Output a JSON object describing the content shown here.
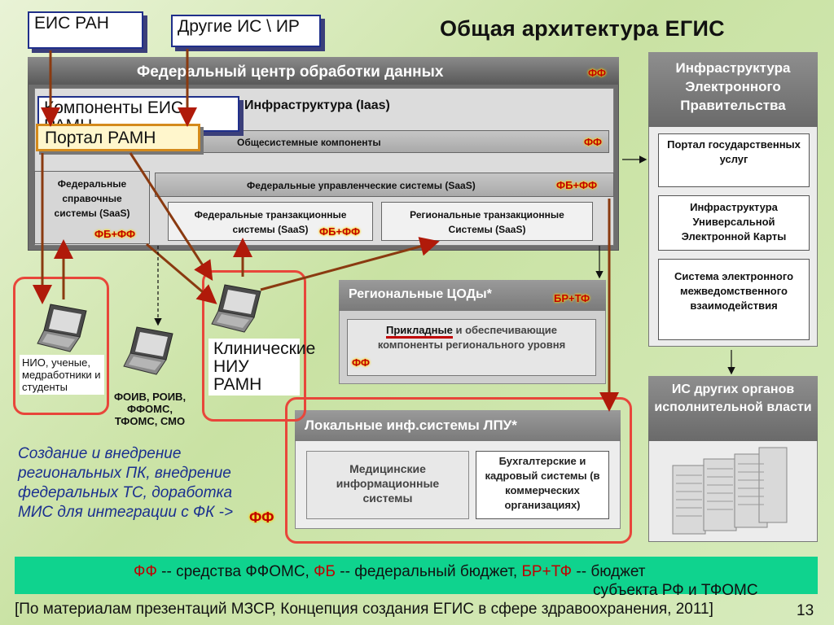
{
  "title": "Общая архитектура ЕГИС",
  "top_boxes": {
    "eis_ran": "ЕИС РАН",
    "other_is": "Другие ИС \\ ИР",
    "components_eis": "Компоненты ЕИС РАМН",
    "portal_ramn": "Портал РАМН"
  },
  "fcod": {
    "title": "Федеральный центр обработки данных",
    "tag": "ФФ",
    "iaas": "Инфраструктура (Iaas)",
    "common": "Общесистемные компоненты",
    "common_tag": "ФФ",
    "ref_systems": "Федеральные справочные системы (SaaS)",
    "ref_tag": "ФБ+ФФ",
    "mgmt_systems": "Федеральные управленческие системы (SaaS)",
    "mgmt_tag": "ФБ+ФФ",
    "fed_trans": "Федеральные транзакционные системы (SaaS)",
    "fed_trans_tag": "ФБ+ФФ",
    "reg_trans": "Региональные транзакционные Системы (SaaS)"
  },
  "egov": {
    "head": "Инфраструктура Электронного Правительства",
    "items": [
      "Портал государственных услуг",
      "Инфраструктура Универсальной Электронной Карты",
      "Система электронного межведомственного взаимодействия"
    ]
  },
  "other_gov": {
    "head": "ИС других органов исполнительной власти"
  },
  "rcod": {
    "head": "Региональные ЦОДы*",
    "tag": "БР+ТФ",
    "applied_a": "Прикладные",
    "applied_b": " и обеспечивающие компоненты регионального уровня",
    "tag2": "ФФ"
  },
  "lpu": {
    "head": "Локальные инф.системы ЛПУ*",
    "med": "Медицинские информационные системы",
    "acc": "Бухгалтерские и кадровый системы (в коммерческих организациях)"
  },
  "users": {
    "nio": "НИО, ученые, медработники и студенты",
    "foiv": "ФОИВ, РОИВ, ФФОМС, ТФОМС, СМО",
    "clinic": "Клинические НИУ РАМН"
  },
  "note": "Создание и внедрение региональных ПК, внедрение федеральных ТС, доработка МИС для интеграции с ФК ->",
  "note_tag": "ФФ",
  "legend": {
    "ff": "ФФ",
    "ff_text": " -- средства ФФОМС, ",
    "fb": "ФБ",
    "fb_text": " -- федеральный бюджет, ",
    "brtf": "БР+ТФ",
    "brtf_text": " -- бюджет",
    "line2": "субъекта РФ и ТФОМС"
  },
  "source": "[По материалам презентаций МЗСР, Концепция создания ЕГИС в сфере здравоохранения, 2011]",
  "page_number": "13",
  "colors": {
    "accent_red": "#c00000",
    "highlight": "#ffd400",
    "legend_bg": "#0fd38e",
    "navy": "#1f2f8a"
  }
}
